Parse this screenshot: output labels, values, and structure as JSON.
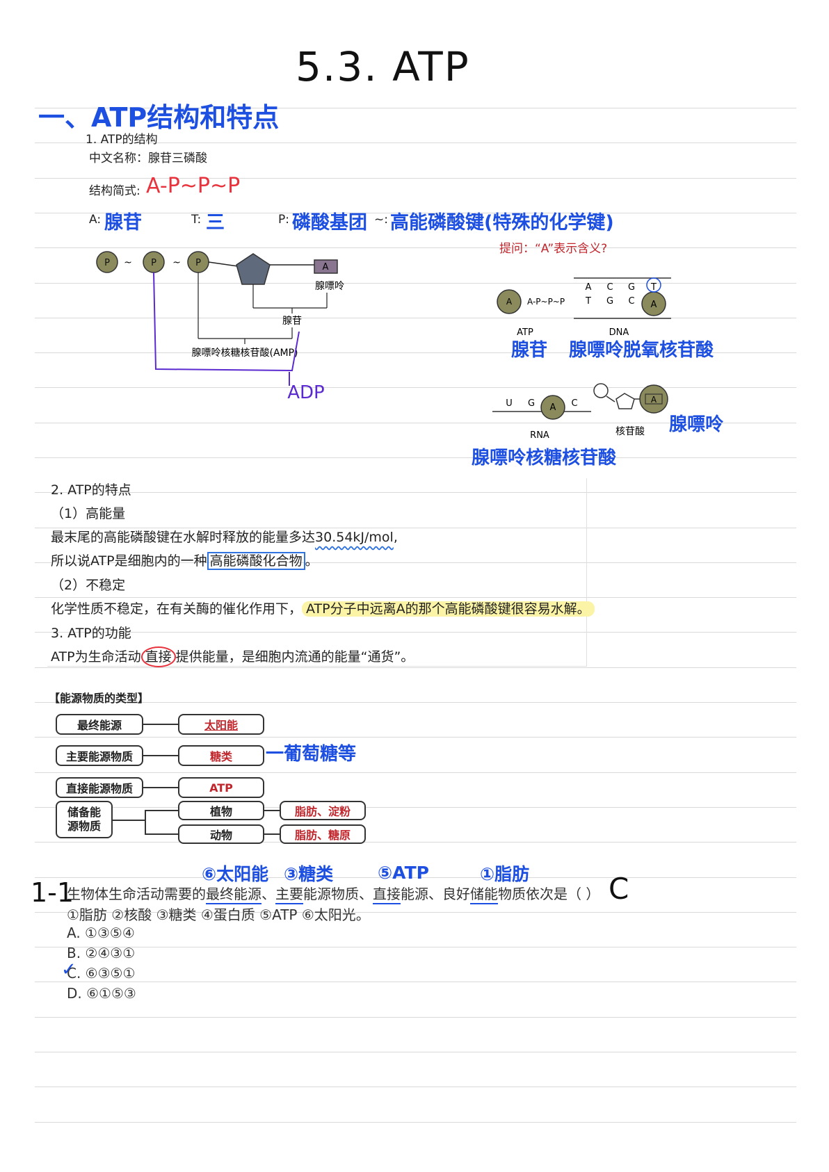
{
  "title": "5.3. ATP",
  "section1": {
    "heading": "一、ATP结构和特点",
    "sub1": "1. ATP的结构",
    "name_line": "中文名称：腺苷三磷酸",
    "formula_label": "结构简式:",
    "formula_value": "A-P~P~P",
    "a_label": "A:",
    "a_value": "腺苷",
    "t_label": "T:",
    "t_value": "三",
    "p_label": "P:",
    "p_value": "磷酸基团",
    "tilde_label": "~:",
    "tilde_value": "高能磷酸键(特殊的化学键)"
  },
  "diagram": {
    "p": "P",
    "tilde": "~",
    "a": "A",
    "adenine": "腺嘌呤",
    "adenosine": "腺苷",
    "amp": "腺嘌呤核糖核苷酸(AMP)",
    "adp": "ADP"
  },
  "question_box": {
    "prompt": "提问：“A”表示含义?",
    "atp_formula": "A-P~P~P",
    "atp_a": "A",
    "atp_label": "ATP",
    "atp_note": "腺苷",
    "dna_top": [
      "A",
      "C",
      "G",
      "T"
    ],
    "dna_bottom": [
      "T",
      "G",
      "C",
      "A"
    ],
    "dna_label": "DNA",
    "dna_note": "腺嘌呤脱氧核苷酸",
    "rna_letters": [
      "U",
      "G",
      "A",
      "C"
    ],
    "rna_label": "RNA",
    "nucleotide_a": "A",
    "nucleotide_label": "核苷酸",
    "nucleotide_note": "腺嘌呤",
    "rna_note": "腺嘌呤核糖核苷酸"
  },
  "section2": {
    "heading": "2. ATP的特点",
    "sub1": "（1）高能量",
    "line1_pre": "最末尾的高能磷酸键在水解时释放的能量多达",
    "line1_value": "30.54kJ/mol",
    "line1_post": ",",
    "line2_pre": "所以说ATP是细胞内的一种",
    "line2_box": "高能磷酸化合物",
    "line2_post": "。",
    "sub2": "（2）不稳定",
    "line3_pre": "化学性质不稳定，在有关酶的催化作用下，",
    "line3_hl": "ATP分子中远离A的那个高能磷酸键很容易水解。",
    "sub3": "3. ATP的功能",
    "line4_pre": "ATP为生命活动",
    "line4_circle": "直接",
    "line4_post": "提供能量，是细胞内流通的能量“通货”。"
  },
  "energy": {
    "title": "【能源物质的类型】",
    "rows": [
      {
        "left": "最终能源",
        "right": "太阳能"
      },
      {
        "left": "主要能源物质",
        "right": "糖类"
      },
      {
        "left": "直接能源物质",
        "right": "ATP"
      }
    ],
    "storage_left": "储备能源物质",
    "storage_plant": "植物",
    "storage_animal": "动物",
    "plant_value": "脂肪、淀粉",
    "animal_value": "脂肪、糖原",
    "note": "一葡萄糖等"
  },
  "question": {
    "number": "1-1",
    "annotations": [
      "⑥太阳能",
      "③糖类",
      "⑤ATP",
      "①脂肪"
    ],
    "stem_1": "生物体生命活动需要的",
    "stem_u1": "最终能源",
    "stem_2": "、",
    "stem_u2": "主要",
    "stem_3": "能源物质、",
    "stem_u3": "直接",
    "stem_4": "能源、良好",
    "stem_u4": "储能",
    "stem_5": "物质依次是（ ）",
    "stem_line2": "①脂肪 ②核酸 ③糖类 ④蛋白质 ⑤ATP ⑥太阳光。",
    "answer_mark": "C",
    "options": [
      "A. ①③⑤④",
      "B. ②④③①",
      "C. ⑥③⑤①",
      "D. ⑥①⑤③"
    ],
    "check": "✓"
  }
}
